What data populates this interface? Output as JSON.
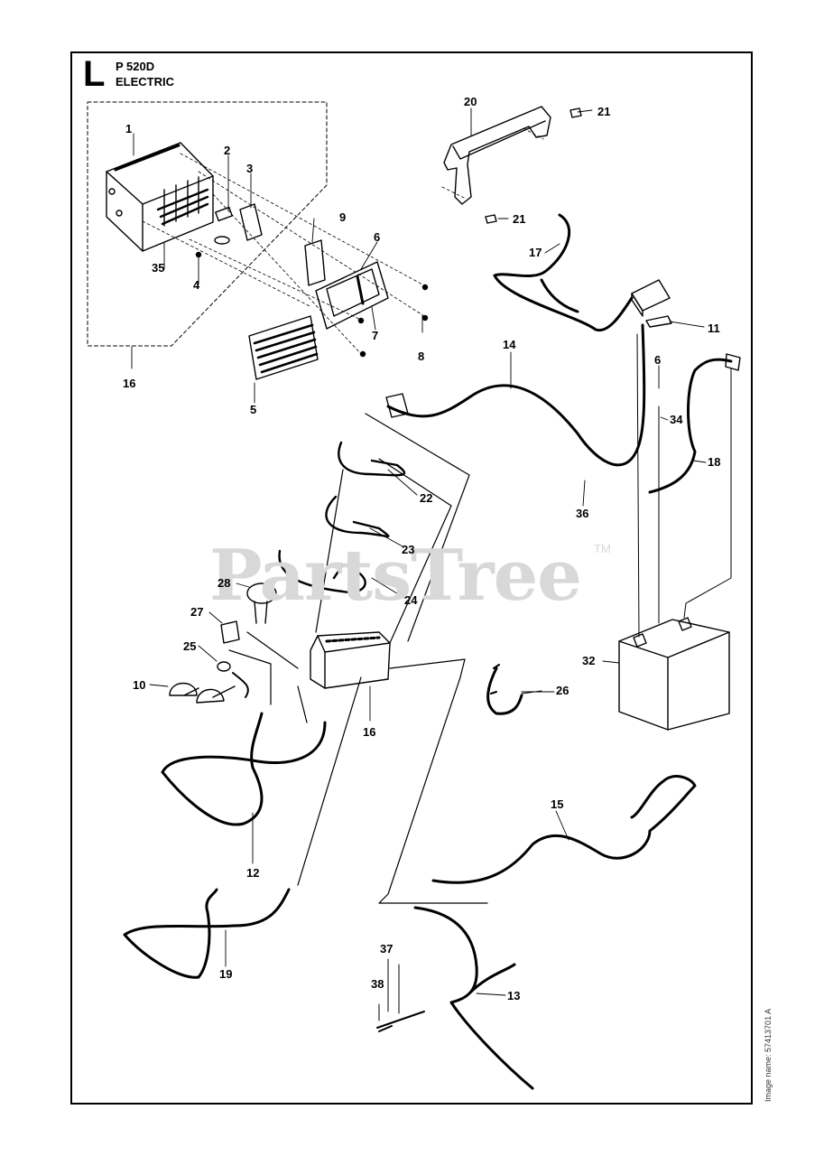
{
  "header": {
    "section_letter": "L",
    "model": "P 520D",
    "section_name": "ELECTRIC"
  },
  "watermark": {
    "text": "PartsTree",
    "trademark": "TM"
  },
  "image_name": "Image name: 57413701 A",
  "callouts": {
    "c1": "1",
    "c2": "2",
    "c3": "3",
    "c4": "4",
    "c5": "5",
    "c6a": "6",
    "c6b": "6",
    "c7": "7",
    "c8": "8",
    "c9": "9",
    "c10": "10",
    "c11": "11",
    "c12": "12",
    "c13": "13",
    "c14": "14",
    "c15": "15",
    "c16a": "16",
    "c16b": "16",
    "c17": "17",
    "c18": "18",
    "c19": "19",
    "c20": "20",
    "c21a": "21",
    "c21b": "21",
    "c22": "22",
    "c23": "23",
    "c24": "24",
    "c25": "25",
    "c26": "26",
    "c27": "27",
    "c28": "28",
    "c32": "32",
    "c34": "34",
    "c35": "35",
    "c36": "36",
    "c37": "37",
    "c38": "38"
  },
  "colors": {
    "line": "#000000",
    "watermark": "#d8d8d8"
  }
}
